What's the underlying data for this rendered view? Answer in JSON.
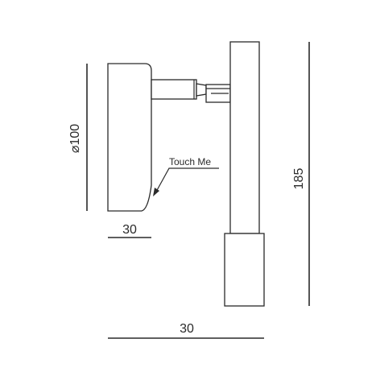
{
  "dimensions": {
    "diameter_label": "⌀100",
    "height_label": "185",
    "head_depth_label": "30",
    "overall_depth_label": "30"
  },
  "annotations": {
    "touch_label": "Touch Me"
  },
  "colors": {
    "line": "#2a2a2a",
    "background": "#ffffff"
  }
}
